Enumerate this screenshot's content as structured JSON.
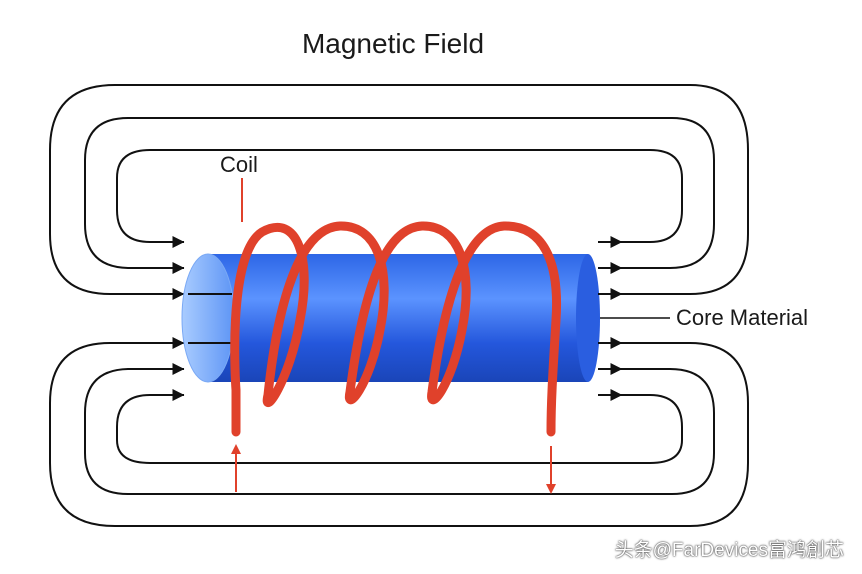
{
  "title": "Magnetic Field",
  "labels": {
    "coil": "Coil",
    "core": "Core Material"
  },
  "watermark": "头条@FarDevices富鸿創芯",
  "colors": {
    "field_lines": "#111111",
    "coil": "#e0412b",
    "core_dark": "#1f53d6",
    "core_light": "#7fb0ff",
    "background": "#ffffff"
  }
}
